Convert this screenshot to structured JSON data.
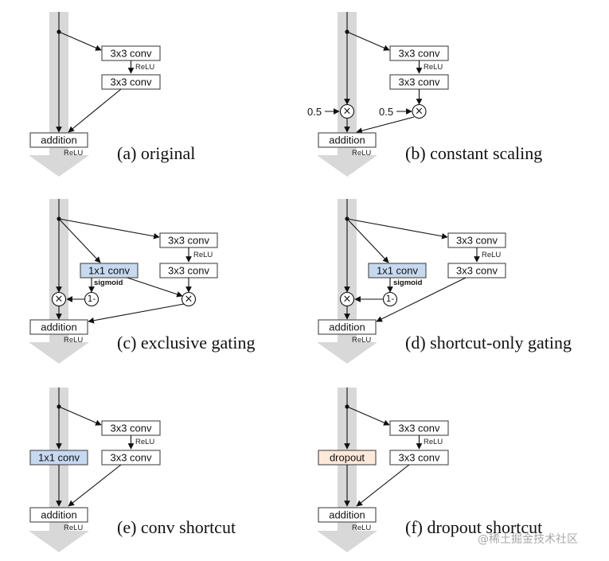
{
  "labels": {
    "conv3x3": "3x3 conv",
    "conv1x1": "1x1 conv",
    "relu": "ReLU",
    "addition": "addition",
    "sigmoid": "sigmoid",
    "one_minus": "1-",
    "times": "×",
    "scale": "0.5",
    "dropout": "dropout"
  },
  "captions": {
    "a": "(a) original",
    "b": "(b) constant scaling",
    "c": "(c) exclusive gating",
    "d": "(d) shortcut-only gating",
    "e": "(e) conv shortcut",
    "f": "(f) dropout shortcut"
  },
  "watermark": "@稀土掘金技术社区",
  "colors": {
    "gate_box": "#c6d9f0",
    "dropout_box": "#fde9d9",
    "shortcut_band": "#d8d8d8"
  }
}
